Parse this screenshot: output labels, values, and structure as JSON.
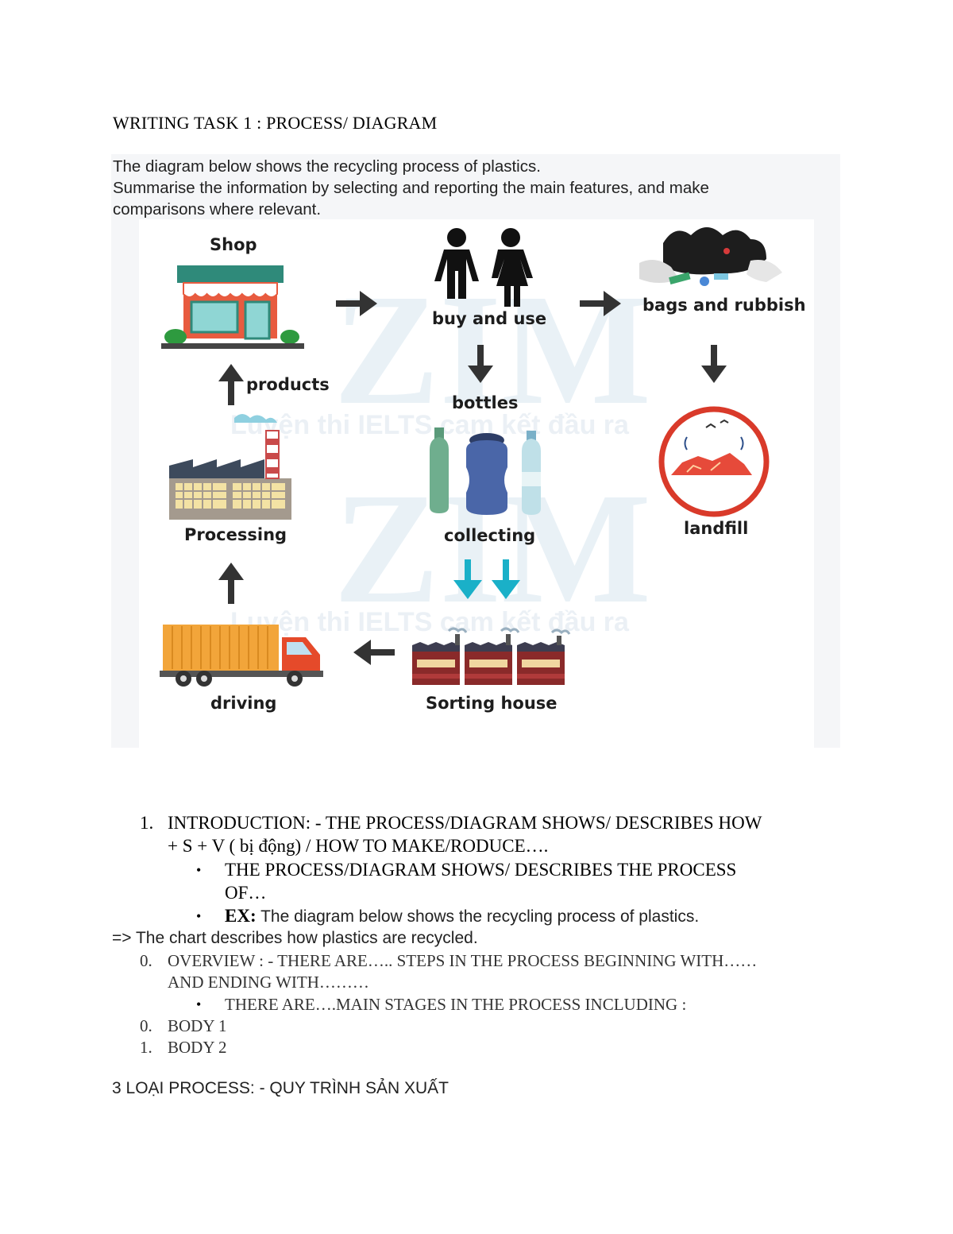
{
  "title": "WRITING TASK 1 : PROCESS/ DIAGRAM",
  "prompt": {
    "line1": "The diagram below shows the recycling process of plastics.",
    "line2": "Summarise the information by selecting and reporting the main features, and make",
    "line3": "comparisons where relevant."
  },
  "diagram": {
    "watermark_logo": "ZIM",
    "watermark_sub": "Luyện thi IELTS cam kết đầu ra",
    "labels": {
      "shop": "Shop",
      "buy_and_use": "buy and use",
      "bags_and_rubbish": "bags and rubbish",
      "products": "products",
      "bottles": "bottles",
      "processing": "Processing",
      "collecting": "collecting",
      "landfill": "landfill",
      "driving": "driving",
      "sorting_house": "Sorting house"
    }
  },
  "notes": {
    "item1_number": "1.",
    "item1_line1": "INTRODUCTION: - THE PROCESS/DIAGRAM SHOWS/ DESCRIBES HOW",
    "item1_line2": "+ S + V ( bị động) / HOW TO MAKE/RODUCE….",
    "bullet1_line1": "THE PROCESS/DIAGRAM SHOWS/ DESCRIBES THE PROCESS",
    "bullet1_line2": "OF…",
    "bullet2_label": "EX:",
    "bullet2_text": " The diagram below shows the recycling process of plastics.",
    "arrow_line": "=> The chart describes how plastics are recycled.",
    "overview_number": "0.",
    "overview_line1": "OVERVIEW : - THERE ARE….. STEPS IN THE PROCESS  BEGINNING WITH……",
    "overview_line2": "AND ENDING WITH………",
    "overview_bullet": "THERE ARE….MAIN STAGES IN THE PROCESS INCLUDING :",
    "body1_number": "0.",
    "body1": "BODY 1",
    "body2_number": "1.",
    "body2": "BODY 2",
    "process_types": "3 LOẠI PROCESS: - QUY TRÌNH SẢN XUẤT"
  }
}
